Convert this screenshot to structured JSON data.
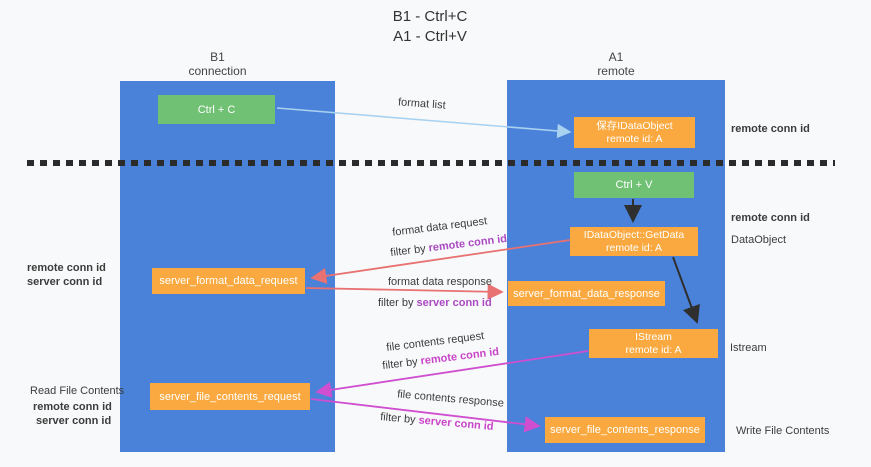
{
  "title": {
    "line1": "B1 - Ctrl+C",
    "line2": "A1 - Ctrl+V"
  },
  "lanes": {
    "b1": {
      "name": "B1",
      "subtitle": "connection"
    },
    "a1": {
      "name": "A1",
      "subtitle": "remote"
    }
  },
  "nodes": {
    "ctrl_c": "Ctrl + C",
    "save_idataobject": {
      "line1": "保存IDataObject",
      "line2": "remote id: A"
    },
    "ctrl_v": "Ctrl + V",
    "getdata": {
      "line1": "IDataObject::GetData",
      "line2": "remote id: A"
    },
    "format_request": "server_format_data_request",
    "format_response": "server_format_data_response",
    "istream": {
      "line1": "IStream",
      "line2": "remote id: A"
    },
    "file_request": "server_file_contents_request",
    "file_response": "server_file_contents_response"
  },
  "edge_labels": {
    "format_list": "format list",
    "format_data_request": "format data request",
    "format_data_response": "format data response",
    "file_contents_request": "file contents request",
    "file_contents_response": "file contents response",
    "filter_by": "filter by ",
    "remote_conn_id": "remote conn id",
    "server_conn_id": "server conn id"
  },
  "side_labels": {
    "left_remote_conn_id": "remote conn id",
    "left_server_conn_id": "server conn id",
    "read_file_contents": "Read File Contents",
    "left_remote_conn_id_2": "remote conn id",
    "left_server_conn_id_2": "server conn id",
    "right_remote_conn_id_top": "remote conn id",
    "right_remote_conn_id_mid": "remote conn id",
    "dataobject": "DataObject",
    "istream": "Istream",
    "write_file_contents": "Write File Contents"
  },
  "colors": {
    "lane_blue": "#4a81d9",
    "box_green": "#71c175",
    "box_orange": "#f9a93f",
    "arrow_light_blue": "#a9d2f0",
    "arrow_red": "#e87171",
    "arrow_magenta": "#cf4fd0",
    "arrow_black": "#2f2f2f",
    "conn_id_purple": "#ab4ac2",
    "conn_id_magenta": "#c944c9",
    "server_conn_green": "#58b158"
  }
}
